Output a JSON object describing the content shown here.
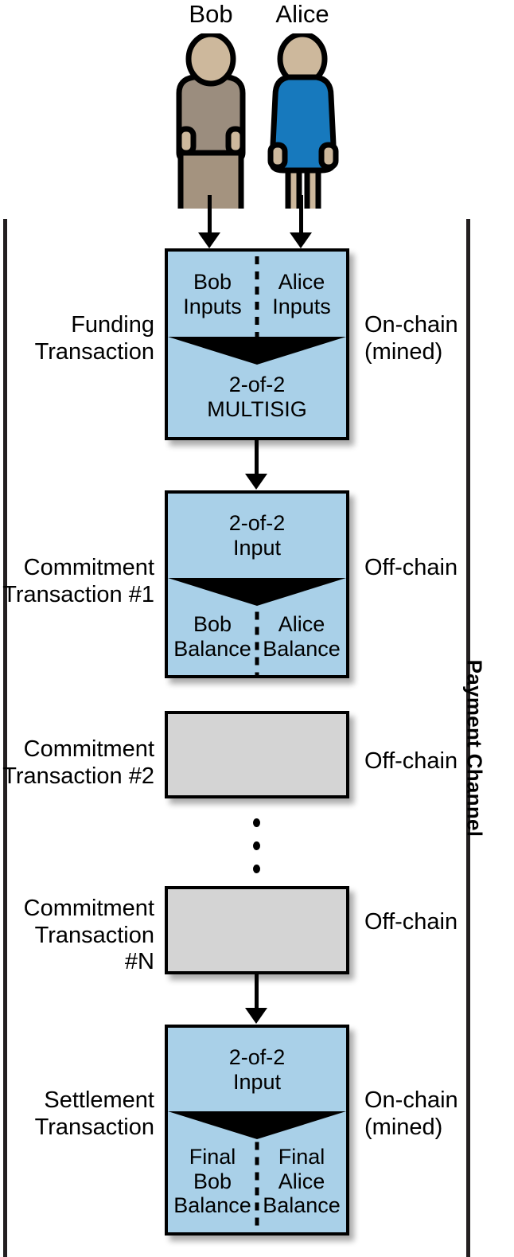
{
  "diagram": {
    "title": "Payment Channel",
    "channel_label": "Payment Channel",
    "people": [
      {
        "name": "Bob",
        "icon": "person-icon",
        "body_color": "#9b8d7e",
        "skin_color": "#cdb89c"
      },
      {
        "name": "Alice",
        "icon": "person-icon",
        "body_color": "#1779bd",
        "skin_color": "#cdb89c"
      }
    ],
    "colors": {
      "box_fill_active": "#a9d0e8",
      "box_fill_inactive": "#d4d4d4",
      "outline": "#000000",
      "rail": "#231f20",
      "funnel": "#000000"
    },
    "transactions": [
      {
        "left_label": "Funding\nTransaction",
        "right_label": "On-chain\n(mined)",
        "state": "active",
        "top_section": {
          "split": true,
          "left_text": "Bob\nInputs",
          "right_text": "Alice\nInputs"
        },
        "funnel": true,
        "bottom_section": {
          "split": false,
          "text": "2-of-2\nMULTISIG"
        }
      },
      {
        "left_label": "Commitment\nTransaction #1",
        "right_label": "Off-chain",
        "state": "active",
        "top_section": {
          "split": false,
          "text": "2-of-2\nInput"
        },
        "funnel": true,
        "bottom_section": {
          "split": true,
          "left_text": "Bob\nBalance",
          "right_text": "Alice\nBalance"
        }
      },
      {
        "left_label": "Commitment\nTransaction #2",
        "right_label": "Off-chain",
        "state": "inactive",
        "top_section": {
          "split": false,
          "text": ""
        },
        "funnel": false,
        "bottom_section": {
          "split": false,
          "text": ""
        }
      },
      {
        "left_label": "Commitment\nTransaction #N",
        "right_label": "Off-chain",
        "state": "inactive",
        "top_section": {
          "split": false,
          "text": ""
        },
        "funnel": false,
        "bottom_section": {
          "split": false,
          "text": ""
        }
      },
      {
        "left_label": "Settlement\nTransaction",
        "right_label": "On-chain\n(mined)",
        "state": "active",
        "top_section": {
          "split": false,
          "text": "2-of-2\nInput"
        },
        "funnel": true,
        "bottom_section": {
          "split": true,
          "left_text": "Final\nBob\nBalance",
          "right_text": "Final\nAlice\nBalance"
        }
      }
    ],
    "ellipsis": "⋮"
  }
}
